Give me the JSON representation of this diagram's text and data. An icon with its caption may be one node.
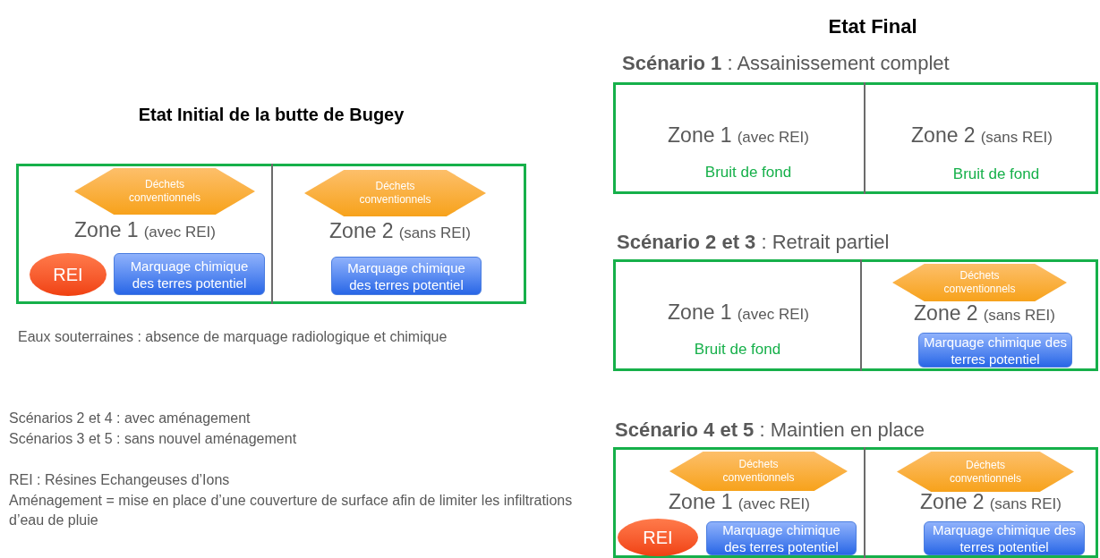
{
  "diagram": {
    "title": "Etat Final",
    "nodes": [
      {
        "text": [
          "Etat Initial de la butte de Bugey"
        ]
      },
      {
        "text": [
          "Zone 1",
          "(avec REI)"
        ],
        "in": 0
      },
      {
        "text": [
          "Déchets conventionnels"
        ],
        "in": 1
      },
      {
        "text": [
          "REI"
        ],
        "in": 1
      },
      {
        "text": [
          "Marquage chimique des terres potentiel"
        ],
        "in": 1
      },
      {
        "text": [
          "Zone 2",
          "(sans REI)"
        ],
        "in": 0
      },
      {
        "text": [
          "Déchets conventionnels"
        ],
        "in": 5
      },
      {
        "text": [
          "Marquage chimique des terres potentiel"
        ],
        "in": 5
      },
      {
        "text": [
          "**Scénario 1** : Assainissement complet"
        ]
      },
      {
        "text": [
          "Zone 1",
          "(avec REI)",
          "Bruit de fond"
        ],
        "in": 8
      },
      {
        "text": [
          "Zone 2",
          "(sans REI)",
          "Bruit de fond"
        ],
        "in": 8
      },
      {
        "text": [
          "**Scénario 2 et 3** : Retrait partiel"
        ]
      },
      {
        "text": [
          "Zone 1",
          "(avec REI)",
          "Bruit de fond"
        ],
        "in": 11
      },
      {
        "text": [
          "Zone 2",
          "(sans REI)"
        ],
        "in": 11
      },
      {
        "text": [
          "Déchets conventionnels"
        ],
        "in": 13
      },
      {
        "text": [
          "Marquage chimique des terres potentiel"
        ],
        "in": 13
      },
      {
        "text": [
          "**Scénario 4 et 5** : Maintien en place"
        ]
      },
      {
        "text": [
          "Zone 1",
          "(avec REI)"
        ],
        "in": 16
      },
      {
        "text": [
          "Déchets conventionnels"
        ],
        "in": 17
      },
      {
        "text": [
          "REI"
        ],
        "in": 17
      },
      {
        "text": [
          "Marquage chimique des terres potentiel"
        ],
        "in": 17
      },
      {
        "text": [
          "Zone 2",
          "(sans REI)"
        ],
        "in": 16
      },
      {
        "text": [
          "Déchets conventionnels"
        ],
        "in": 21
      },
      {
        "text": [
          "Marquage chimique des terres potentiel"
        ],
        "in": 21
      }
    ],
    "labels": [
      "Eaux souterraines : absence de marquage radiologique et chimique",
      "Scénarios 2 et 4 : avec aménagement",
      "Scénarios 3 et 5 : sans nouvel aménagement",
      "REI : Résines Echangeuses d’Ions",
      "Aménagement = mise en place d’une couverture de surface afin de limiter les infiltrations d’eau de pluie"
    ]
  }
}
